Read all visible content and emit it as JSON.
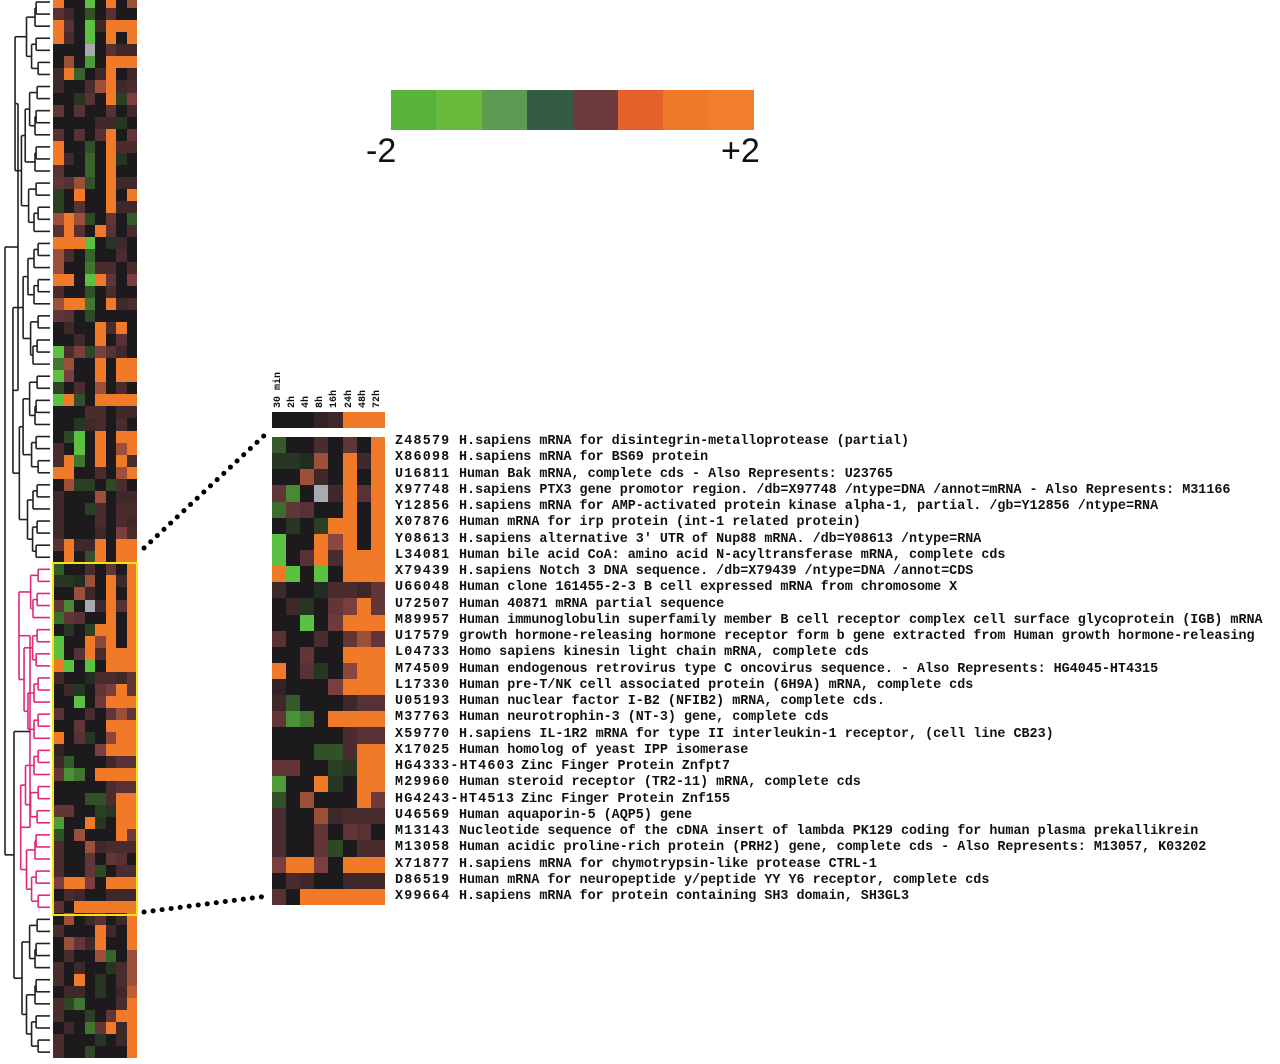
{
  "chart_data": {
    "type": "heatmap",
    "title": "",
    "colorbar": {
      "min_label": "-2",
      "max_label": "+2",
      "range": [
        -2,
        2
      ],
      "colors": [
        "#58b33c",
        "#69bb3e",
        "#5f9a52",
        "#355a46",
        "#6e3a3c",
        "#e6602c",
        "#f07a2a",
        "#f07e2c"
      ]
    },
    "columns": [
      "30 min",
      "2h",
      "4h",
      "8h",
      "16h",
      "24h",
      "48h",
      "72h"
    ],
    "cluster_summary": [
      0,
      0,
      0,
      0.2,
      0.3,
      2,
      1.6,
      2
    ],
    "genes": [
      {
        "id": "Z48579",
        "desc": "H.sapiens mRNA for disintegrin-metalloprotease (partial)"
      },
      {
        "id": "X86098",
        "desc": "H.sapiens mRNA for BS69 protein"
      },
      {
        "id": "U16811",
        "desc": "Human Bak mRNA, complete cds - Also Represents: U23765"
      },
      {
        "id": "X97748",
        "desc": "H.sapiens PTX3 gene promotor region. /db=X97748 /ntype=DNA /annot=mRNA - Also Represents: M31166"
      },
      {
        "id": "Y12856",
        "desc": "H.sapiens mRNA for AMP-activated protein kinase alpha-1, partial. /gb=Y12856 /ntype=RNA"
      },
      {
        "id": "X07876",
        "desc": "Human mRNA for irp protein (int-1 related protein)"
      },
      {
        "id": "Y08613",
        "desc": "H.sapiens alternative 3' UTR of Nup88 mRNA. /db=Y08613 /ntype=RNA"
      },
      {
        "id": "L34081",
        "desc": "Human bile acid CoA: amino acid N-acyltransferase mRNA, complete cds"
      },
      {
        "id": "X79439",
        "desc": "H.sapiens Notch 3 DNA sequence. /db=X79439 /ntype=DNA /annot=CDS"
      },
      {
        "id": "U66048",
        "desc": "Human clone 161455-2-3 B cell expressed mRNA from chromosome X"
      },
      {
        "id": "U72507",
        "desc": "Human 40871 mRNA partial sequence"
      },
      {
        "id": "M89957",
        "desc": "Human immunoglobulin superfamily member B cell receptor complex cell surface glycoprotein (IGB) mRNA"
      },
      {
        "id": "U17579",
        "desc": "growth hormone-releasing hormone receptor form b gene extracted from Human growth hormone-releasing"
      },
      {
        "id": "L04733",
        "desc": "Homo sapiens kinesin light chain mRNA, complete cds"
      },
      {
        "id": "M74509",
        "desc": "Human endogenous retrovirus type C oncovirus sequence. - Also Represents: HG4045-HT4315"
      },
      {
        "id": "L17330",
        "desc": "Human pre-T/NK cell associated protein (6H9A) mRNA, complete cds"
      },
      {
        "id": "U05193",
        "desc": "Human nuclear factor I-B2 (NFIB2) mRNA, complete cds."
      },
      {
        "id": "M37763",
        "desc": "Human neurotrophin-3 (NT-3) gene, complete cds"
      },
      {
        "id": "X59770",
        "desc": "H.sapiens IL-1R2 mRNA for type II interleukin-1 receptor, (cell line CB23)"
      },
      {
        "id": "X17025",
        "desc": "Human homolog of yeast IPP isomerase"
      },
      {
        "id": "HG4333-HT4603",
        "desc": "Zinc Finger Protein Znfpt7"
      },
      {
        "id": "M29960",
        "desc": "Human steroid receptor (TR2-11) mRNA, complete cds"
      },
      {
        "id": "HG4243-HT4513",
        "desc": "Zinc Finger Protein Znf155"
      },
      {
        "id": "U46569",
        "desc": "Human aquaporin-5 (AQP5) gene"
      },
      {
        "id": "M13143",
        "desc": "Nucleotide sequence of the cDNA insert of lambda PK129 coding for human plasma prekallikrein"
      },
      {
        "id": "M13058",
        "desc": "Human acidic proline-rich protein (PRH2) gene, complete cds - Also Represents: M13057, K03202"
      },
      {
        "id": "X71877",
        "desc": "H.sapiens mRNA for chymotrypsin-like protease CTRL-1"
      },
      {
        "id": "D86519",
        "desc": "Human mRNA for neuropeptide y/peptide YY Y6 receptor, complete cds"
      },
      {
        "id": "X99664",
        "desc": "H.sapiens mRNA for protein containing SH3 domain, SH3GL3"
      }
    ],
    "cluster_values": [
      [
        -0.7,
        0,
        0,
        0.4,
        0,
        0.6,
        0,
        2
      ],
      [
        -0.3,
        -0.3,
        -0.2,
        1,
        0,
        1.8,
        0.3,
        2
      ],
      [
        0,
        0,
        1,
        0.3,
        0,
        2,
        0,
        2
      ],
      [
        0.6,
        -1.2,
        0,
        null,
        0.3,
        2,
        0.5,
        2
      ],
      [
        -0.9,
        0.6,
        0.5,
        0,
        0,
        2,
        0,
        2
      ],
      [
        0,
        -0.3,
        0,
        -0.4,
        2,
        2,
        0,
        2
      ],
      [
        -1.8,
        0,
        0,
        2,
        0.9,
        2,
        0,
        2
      ],
      [
        -1.8,
        0,
        0.5,
        2,
        0.4,
        2,
        1.5,
        2
      ],
      [
        2,
        -1.8,
        0,
        -1.8,
        0,
        2,
        2,
        2
      ],
      [
        0.3,
        0,
        0,
        -0.2,
        0.4,
        0.4,
        0.3,
        0.6
      ],
      [
        0,
        0.3,
        -0.3,
        0,
        0.6,
        0.8,
        2,
        0.6
      ],
      [
        0,
        0,
        -1.8,
        0,
        0.7,
        2,
        2,
        2
      ],
      [
        0.5,
        0,
        0,
        0.4,
        0,
        0.6,
        1,
        0.6
      ],
      [
        0,
        0,
        0.6,
        0,
        0,
        1.5,
        2,
        2
      ],
      [
        2,
        0,
        0.5,
        -0.3,
        0,
        0.9,
        2,
        2
      ],
      [
        0.2,
        0,
        0,
        0,
        0.8,
        2,
        2,
        2
      ],
      [
        0.3,
        -0.7,
        0,
        0,
        0,
        0.3,
        0.5,
        0.5
      ],
      [
        0.6,
        -1.3,
        -1,
        0,
        2,
        2,
        2,
        2
      ],
      [
        0,
        0,
        0,
        0,
        0,
        0.4,
        0.5,
        0.5
      ],
      [
        0,
        0,
        0,
        -0.6,
        -0.6,
        0.4,
        2,
        2
      ],
      [
        0.6,
        0.6,
        0,
        0,
        -0.4,
        -0.3,
        2,
        2
      ],
      [
        -1.4,
        0,
        0,
        2,
        -0.3,
        0,
        2,
        2
      ],
      [
        -0.6,
        0,
        1,
        0,
        0,
        0,
        1.5,
        0.7
      ],
      [
        0.4,
        0,
        0,
        1,
        0.3,
        0.4,
        0.4,
        0.4
      ],
      [
        0.4,
        0,
        0,
        0.6,
        0,
        0.6,
        0.5,
        0
      ],
      [
        0.4,
        0,
        0,
        0.6,
        -0.5,
        0,
        0.4,
        0.4
      ],
      [
        0.8,
        2,
        2,
        0.8,
        0,
        2,
        2,
        2
      ],
      [
        0,
        0.4,
        0.3,
        0,
        0,
        0.3,
        0.3,
        0.3
      ],
      [
        0.5,
        0,
        2,
        2,
        2,
        2,
        2,
        2
      ]
    ],
    "overview_upper": [
      [
        2,
        0,
        0,
        -1.8,
        0,
        2,
        0,
        1
      ],
      [
        0.5,
        0.3,
        0,
        -0.6,
        0,
        0.5,
        0,
        0
      ],
      [
        2,
        0.5,
        0,
        -1.8,
        0.3,
        2,
        1.5,
        2
      ],
      [
        2,
        0.4,
        0,
        -1.8,
        0,
        2,
        0,
        2
      ],
      [
        0,
        0,
        0,
        null,
        0,
        0.5,
        0.3,
        0.3
      ],
      [
        0,
        1,
        0,
        -1.4,
        0,
        2,
        1.5,
        2
      ],
      [
        0.3,
        2,
        -0.8,
        0,
        0.3,
        2,
        0,
        0.3
      ],
      [
        0.3,
        0,
        0,
        0.4,
        1,
        2,
        0.3,
        0.4
      ],
      [
        0,
        0,
        -0.3,
        0.5,
        0,
        2,
        -0.4,
        0.8
      ],
      [
        0.6,
        0,
        0.5,
        0,
        0,
        0.5,
        0,
        0.3
      ],
      [
        0,
        0,
        0,
        0,
        0.3,
        0.3,
        -0.3,
        0
      ],
      [
        0.5,
        0,
        0.5,
        0,
        0.5,
        2,
        0,
        0.6
      ],
      [
        2,
        0,
        0,
        -0.6,
        0,
        2,
        0.4,
        0.4
      ],
      [
        2,
        0.3,
        0,
        -0.8,
        0,
        2,
        -0.3,
        0
      ],
      [
        0.5,
        0,
        0,
        -0.8,
        0,
        2,
        0,
        0
      ],
      [
        0.6,
        0.5,
        1,
        -0.6,
        0,
        2,
        0.3,
        0.3
      ],
      [
        -0.4,
        0,
        1.8,
        0,
        0,
        2,
        0,
        2
      ],
      [
        -0.4,
        0,
        0.5,
        0,
        0,
        2,
        0.3,
        0.3
      ],
      [
        1,
        2,
        1,
        -0.5,
        0,
        0.6,
        0,
        -0.7
      ],
      [
        0.5,
        2,
        0.5,
        0,
        2,
        0.5,
        0,
        0.4
      ],
      [
        2,
        2,
        2,
        -1.8,
        0,
        -0.3,
        0.3,
        0
      ],
      [
        1,
        0.4,
        0,
        -0.8,
        0,
        0,
        0.4,
        0
      ],
      [
        1,
        0,
        0,
        -1,
        0.4,
        0.4,
        0,
        0.4
      ],
      [
        2,
        2,
        0,
        -1.8,
        2,
        0.6,
        0,
        0.8
      ],
      [
        0.4,
        0,
        0,
        -0.6,
        0,
        0.4,
        0,
        0
      ],
      [
        1,
        2,
        2,
        -1,
        0,
        2,
        0.3,
        0.4
      ],
      [
        0.6,
        0.5,
        0,
        -0.5,
        0,
        0,
        0,
        0
      ],
      [
        0,
        0.3,
        0,
        0,
        2,
        0.4,
        2,
        0
      ],
      [
        0,
        0,
        0.3,
        0,
        2,
        0,
        0.5,
        0
      ],
      [
        -1.8,
        0.4,
        0.8,
        -0.5,
        0.8,
        0.5,
        0.3,
        0
      ],
      [
        -1,
        1,
        0,
        0,
        2,
        0,
        2,
        2
      ],
      [
        -1.8,
        0.8,
        0,
        0,
        2,
        0,
        2,
        2
      ],
      [
        -0.5,
        0,
        0.4,
        0,
        1,
        0,
        0.4,
        0
      ],
      [
        -1.8,
        2,
        -0.6,
        0,
        2,
        2,
        2,
        2
      ],
      [
        0,
        0,
        0,
        0.4,
        0.4,
        0,
        0.3,
        0.3
      ],
      [
        0,
        0,
        -0.3,
        0.3,
        0.4,
        0,
        0.4,
        0
      ],
      [
        0,
        -0.5,
        -1.8,
        0,
        2,
        0,
        2,
        2
      ],
      [
        0.4,
        0,
        -1.8,
        0,
        2,
        0,
        1,
        2
      ],
      [
        0.4,
        2,
        -1,
        0,
        2,
        0,
        2,
        0.4
      ],
      [
        2,
        2,
        0,
        0,
        0.4,
        0,
        1,
        2
      ],
      [
        0,
        1,
        -0.4,
        -0.4,
        0,
        -0.5,
        0.4,
        0
      ],
      [
        0.3,
        0,
        0,
        0,
        1,
        0,
        0.3,
        0.3
      ],
      [
        0.3,
        0,
        0,
        -0.4,
        0.4,
        0,
        0.4,
        0.4
      ],
      [
        0.3,
        0,
        0,
        0,
        0.4,
        0,
        0.4,
        0.3
      ],
      [
        0.3,
        0,
        0,
        0,
        0.3,
        0,
        0.8,
        0.4
      ],
      [
        0.5,
        1.5,
        0.3,
        0.3,
        1.5,
        0,
        1.5,
        2
      ],
      [
        0,
        2,
        0,
        -0.6,
        2,
        0,
        2,
        2
      ]
    ],
    "overview_lower": [
      [
        0,
        1,
        0,
        0.3,
        0.5,
        0,
        0.3,
        2
      ],
      [
        0.4,
        0,
        0,
        0,
        2,
        0.3,
        0,
        2
      ],
      [
        0,
        1,
        0.6,
        0.3,
        2,
        0,
        0,
        2
      ],
      [
        0,
        0.4,
        0,
        0,
        1,
        -0.8,
        0,
        1
      ],
      [
        0.4,
        0,
        0.3,
        0,
        0,
        -0.3,
        0.4,
        1
      ],
      [
        0.4,
        0,
        2,
        0,
        -0.3,
        0,
        0.4,
        1
      ],
      [
        0,
        0.3,
        0.3,
        0,
        -0.3,
        0,
        0.3,
        1.2
      ],
      [
        0.4,
        -0.5,
        -1,
        0,
        0,
        0,
        0.4,
        2
      ],
      [
        0.4,
        0,
        0,
        -0.4,
        0,
        0.6,
        2,
        2
      ],
      [
        0,
        0.3,
        0,
        -1,
        0.6,
        1.5,
        0.3,
        2
      ],
      [
        0.4,
        0,
        0,
        0,
        -0.3,
        0,
        0.3,
        2
      ],
      [
        0.4,
        0,
        0,
        -0.5,
        0,
        0,
        0,
        2
      ]
    ],
    "highlight_color": "#f5e21a",
    "cluster_branch_color": "#e0287a"
  }
}
